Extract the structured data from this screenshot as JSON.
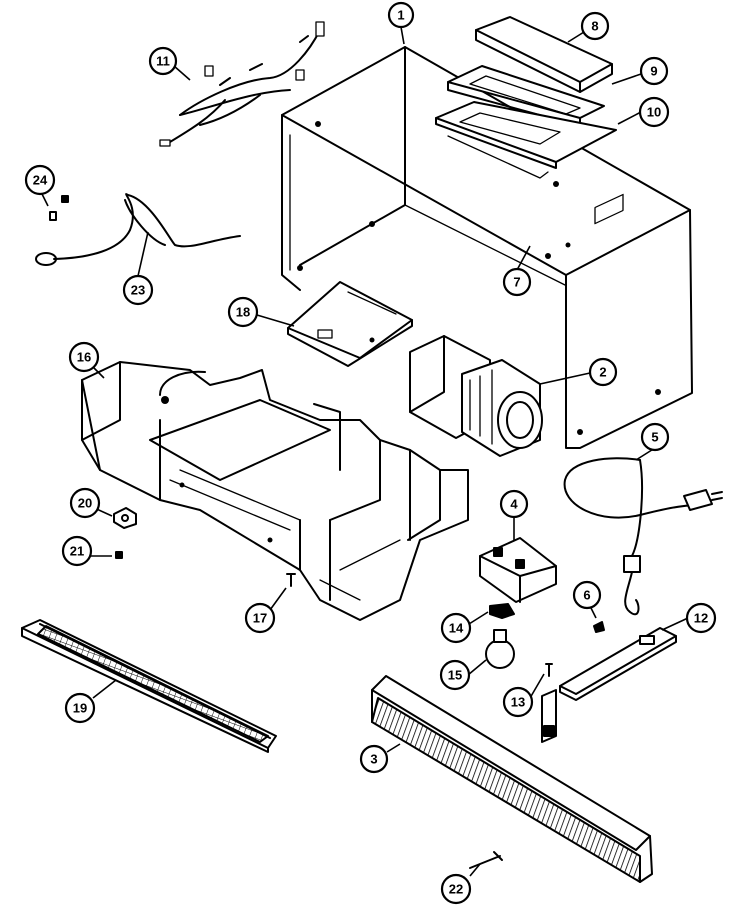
{
  "callouts": [
    {
      "id": "1",
      "label": "1"
    },
    {
      "id": "2",
      "label": "2"
    },
    {
      "id": "3",
      "label": "3"
    },
    {
      "id": "4",
      "label": "4"
    },
    {
      "id": "5",
      "label": "5"
    },
    {
      "id": "6",
      "label": "6"
    },
    {
      "id": "7",
      "label": "7"
    },
    {
      "id": "8",
      "label": "8"
    },
    {
      "id": "9",
      "label": "9"
    },
    {
      "id": "10",
      "label": "10"
    },
    {
      "id": "11",
      "label": "11"
    },
    {
      "id": "12",
      "label": "12"
    },
    {
      "id": "13",
      "label": "13"
    },
    {
      "id": "14",
      "label": "14"
    },
    {
      "id": "15",
      "label": "15"
    },
    {
      "id": "16",
      "label": "16"
    },
    {
      "id": "17",
      "label": "17"
    },
    {
      "id": "18",
      "label": "18"
    },
    {
      "id": "19",
      "label": "19"
    },
    {
      "id": "20",
      "label": "20"
    },
    {
      "id": "21",
      "label": "21"
    },
    {
      "id": "22",
      "label": "22"
    },
    {
      "id": "23",
      "label": "23"
    },
    {
      "id": "24",
      "label": "24"
    }
  ],
  "colors": {
    "line": "#000000",
    "background": "#ffffff"
  }
}
